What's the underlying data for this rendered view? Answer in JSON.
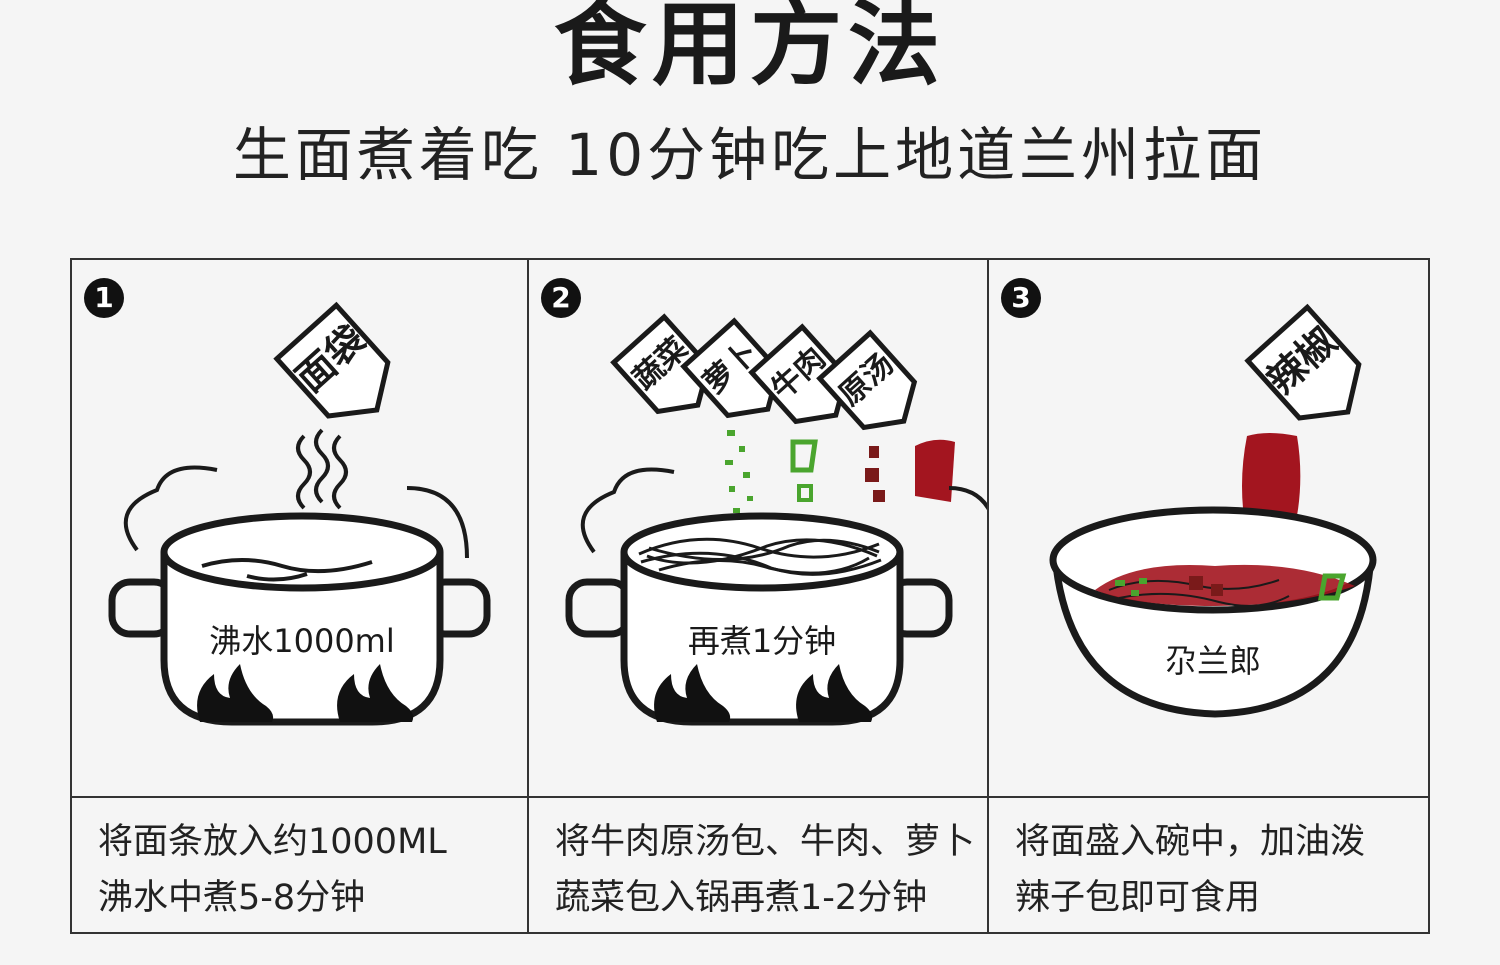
{
  "header": {
    "title": "食用方法",
    "subtitle": "生面煮着吃 10分钟吃上地道兰州拉面"
  },
  "steps": [
    {
      "number": "1",
      "packets": [
        "面袋"
      ],
      "pot_label": "沸水1000ml",
      "caption_line1": "将面条放入约1000ML",
      "caption_line2": "沸水中煮5-8分钟"
    },
    {
      "number": "2",
      "packets": [
        "蔬菜",
        "萝卜",
        "牛肉",
        "原汤"
      ],
      "pot_label": "再煮1分钟",
      "caption_line1": "将牛肉原汤包、牛肉、萝卜",
      "caption_line2": "蔬菜包入锅再煮1-2分钟"
    },
    {
      "number": "3",
      "packets": [
        "辣椒"
      ],
      "bowl_label": "尕兰郎",
      "caption_line1": "将面盛入碗中，加油泼",
      "caption_line2": "辣子包即可食用"
    }
  ],
  "colors": {
    "ink": "#1a1a1a",
    "chili_red": "#a3151f",
    "veg_green": "#4aa52e",
    "beef": "#7a1a1a"
  }
}
